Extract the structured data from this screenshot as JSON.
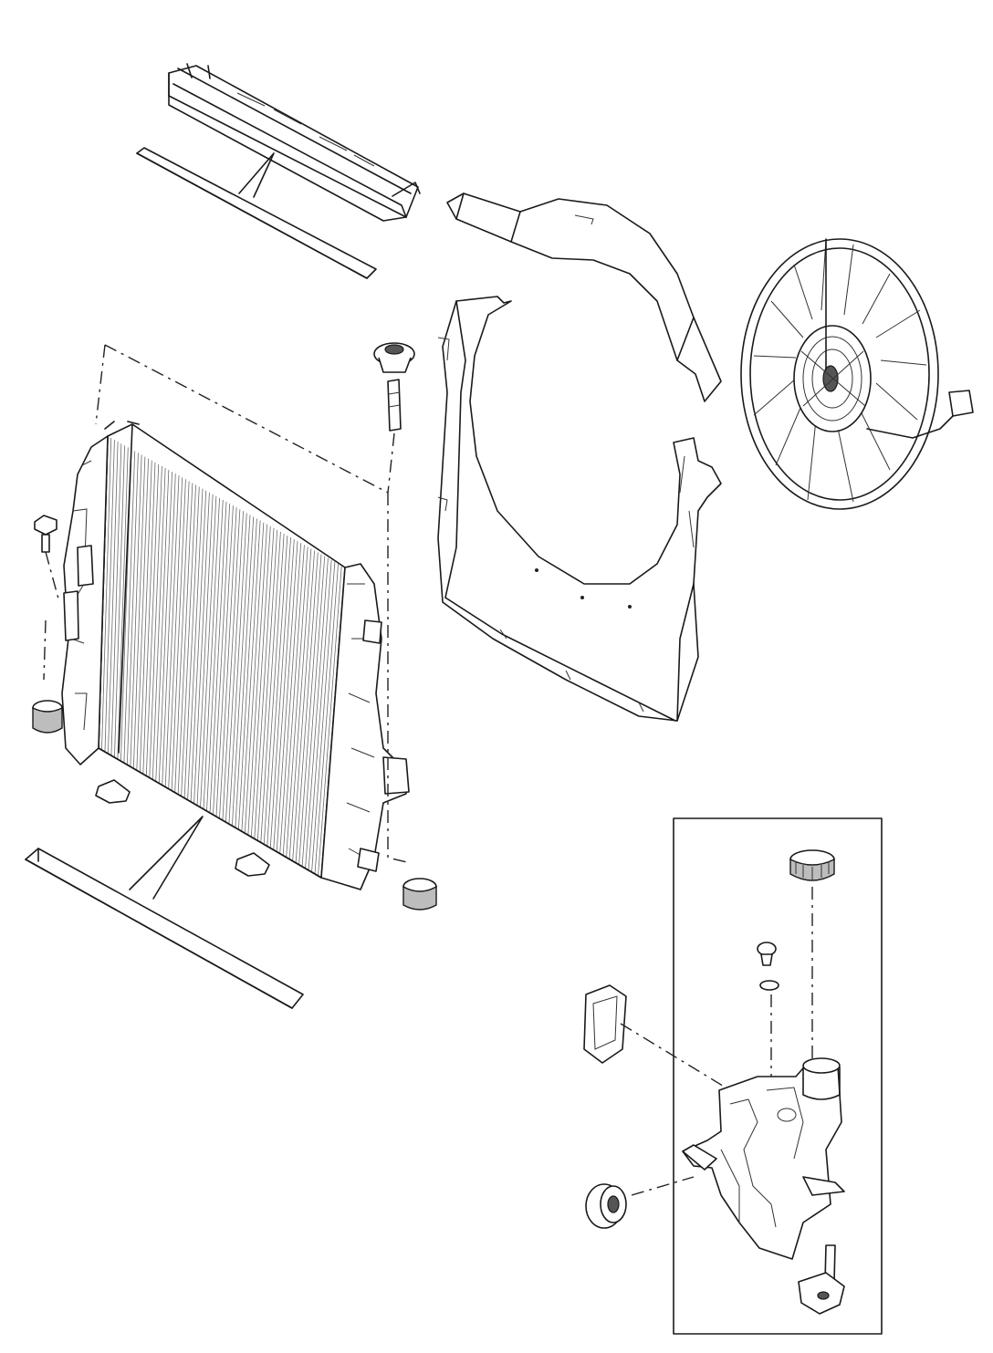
{
  "diagram": {
    "parts": [
      "top-shroud-panel",
      "seal-strip-upper",
      "fan-shroud",
      "cooling-fan",
      "radiator",
      "seal-strip-lower",
      "coolant-expansion-tank",
      "expansion-tank-cap",
      "bleed-screw",
      "level-sensor",
      "mounting-bushings",
      "clips",
      "bolt"
    ],
    "colors": {
      "line": "#1a1a1a",
      "background": "#ffffff",
      "shade": "#bdbdbd"
    }
  }
}
